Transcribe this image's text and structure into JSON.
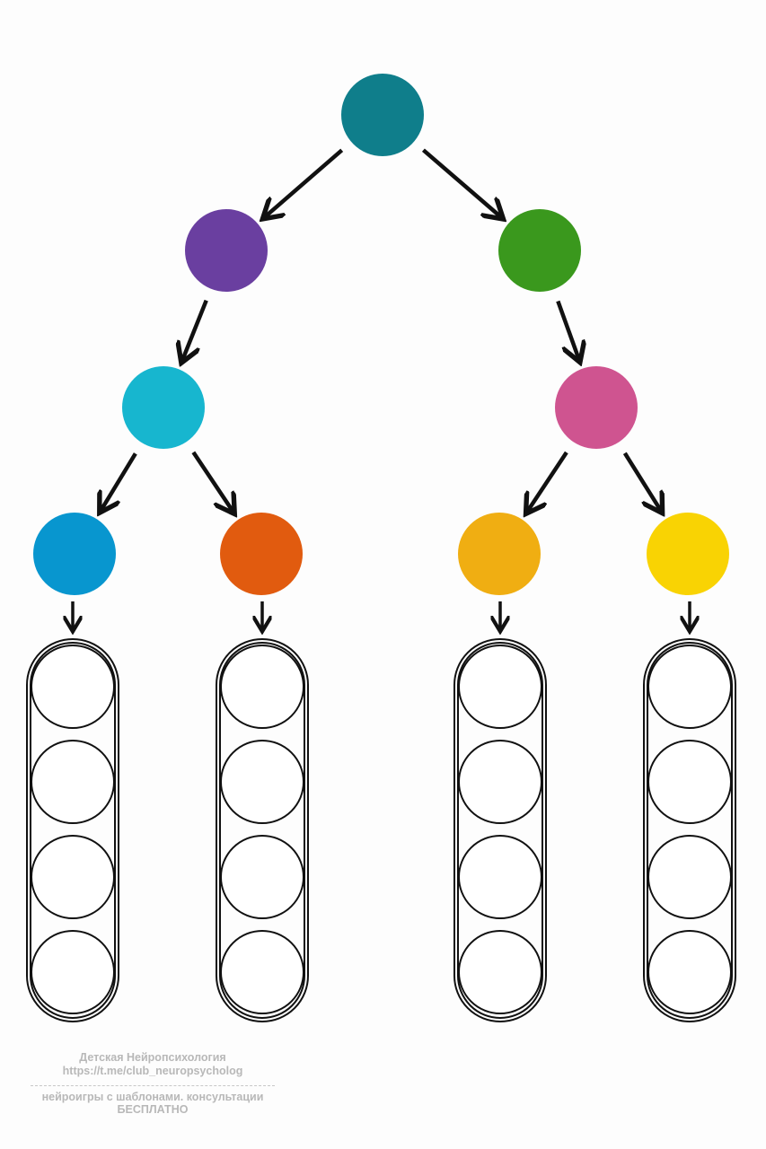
{
  "diagram": {
    "nodes": [
      {
        "id": "root",
        "color": "#0f7e8b"
      },
      {
        "id": "left-1",
        "color": "#6a3fa0"
      },
      {
        "id": "right-1",
        "color": "#3a981d"
      },
      {
        "id": "left-2",
        "color": "#17b6cf"
      },
      {
        "id": "right-2",
        "color": "#cf5490"
      },
      {
        "id": "leaf-blue",
        "color": "#0896cf"
      },
      {
        "id": "leaf-orange",
        "color": "#e15b0f"
      },
      {
        "id": "leaf-amber",
        "color": "#f0ae12"
      },
      {
        "id": "leaf-yellow",
        "color": "#f9d303"
      }
    ],
    "edges": [
      [
        "root",
        "left-1"
      ],
      [
        "root",
        "right-1"
      ],
      [
        "left-1",
        "left-2"
      ],
      [
        "right-1",
        "right-2"
      ],
      [
        "left-2",
        "leaf-blue"
      ],
      [
        "left-2",
        "leaf-orange"
      ],
      [
        "right-2",
        "leaf-amber"
      ],
      [
        "right-2",
        "leaf-yellow"
      ]
    ],
    "empty_slots_per_column": 4
  },
  "watermark": {
    "line1": "Детская Нейропсихология",
    "line2": "https://t.me/club_neuropsycholog",
    "line3": "нейроигры с шаблонами. консультации",
    "line4": "БЕСПЛАТНО"
  }
}
